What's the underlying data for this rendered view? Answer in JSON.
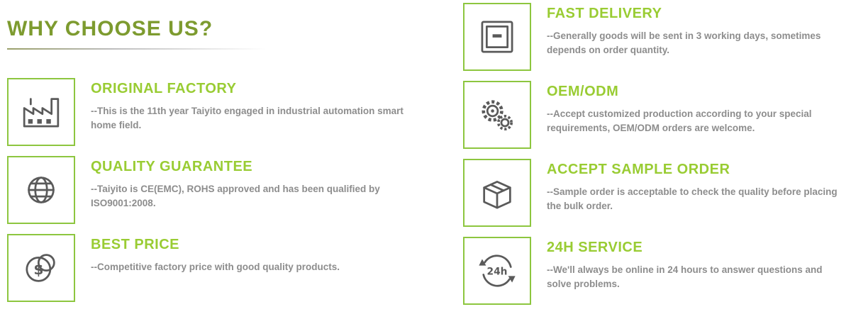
{
  "page": {
    "title": "WHY CHOOSE US?"
  },
  "colors": {
    "title_green": "#7d9b2f",
    "heading_green": "#99cc33",
    "border_green": "#8dc63f",
    "text_gray": "#8d8d8d",
    "icon_gray": "#5a5a5a"
  },
  "left": {
    "items": [
      {
        "icon": "factory-icon",
        "heading": "ORIGINAL FACTORY",
        "description": "--This is the 11th year Taiyito engaged in industrial automation smart home field."
      },
      {
        "icon": "globe-icon",
        "heading": "QUALITY GUARANTEE",
        "description": "--Taiyito is CE(EMC), ROHS approved and has been qualified by ISO9001:2008."
      },
      {
        "icon": "coin-icon",
        "heading": "BEST PRICE",
        "description": "--Competitive factory price with good quality products."
      }
    ]
  },
  "right": {
    "items": [
      {
        "icon": "delivery-box-icon",
        "heading": "FAST DELIVERY",
        "description": "--Generally goods will be sent in 3 working days, sometimes depends on order quantity."
      },
      {
        "icon": "gears-icon",
        "heading": "OEM/ODM",
        "description": "--Accept customized production according to your special requirements, OEM/ODM orders are welcome."
      },
      {
        "icon": "sample-box-icon",
        "heading": "ACCEPT SAMPLE ORDER",
        "description": "--Sample order is acceptable to check the quality before placing the bulk order."
      },
      {
        "icon": "service-icon",
        "heading": "24H SERVICE",
        "description": "--We'll always be online in 24 hours to answer questions and solve problems."
      }
    ]
  }
}
